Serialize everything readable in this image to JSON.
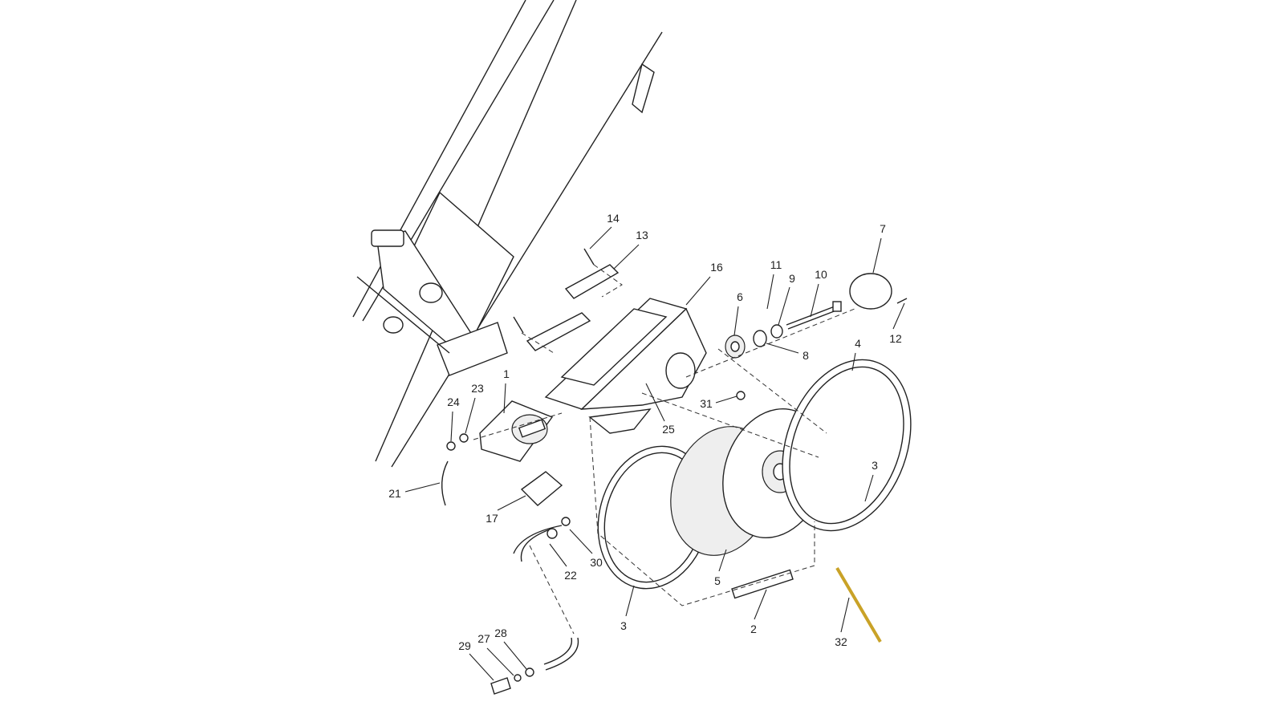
{
  "diagram": {
    "type": "exploded parts diagram",
    "labels": [
      "14",
      "13",
      "16",
      "11",
      "9",
      "10",
      "7",
      "6",
      "12",
      "8",
      "4",
      "1",
      "23",
      "24",
      "31",
      "25",
      "3",
      "21",
      "17",
      "30",
      "22",
      "5",
      "3",
      "2",
      "32",
      "29",
      "27",
      "28"
    ],
    "highlight_color": "#c9a227",
    "line_color": "#222222"
  }
}
